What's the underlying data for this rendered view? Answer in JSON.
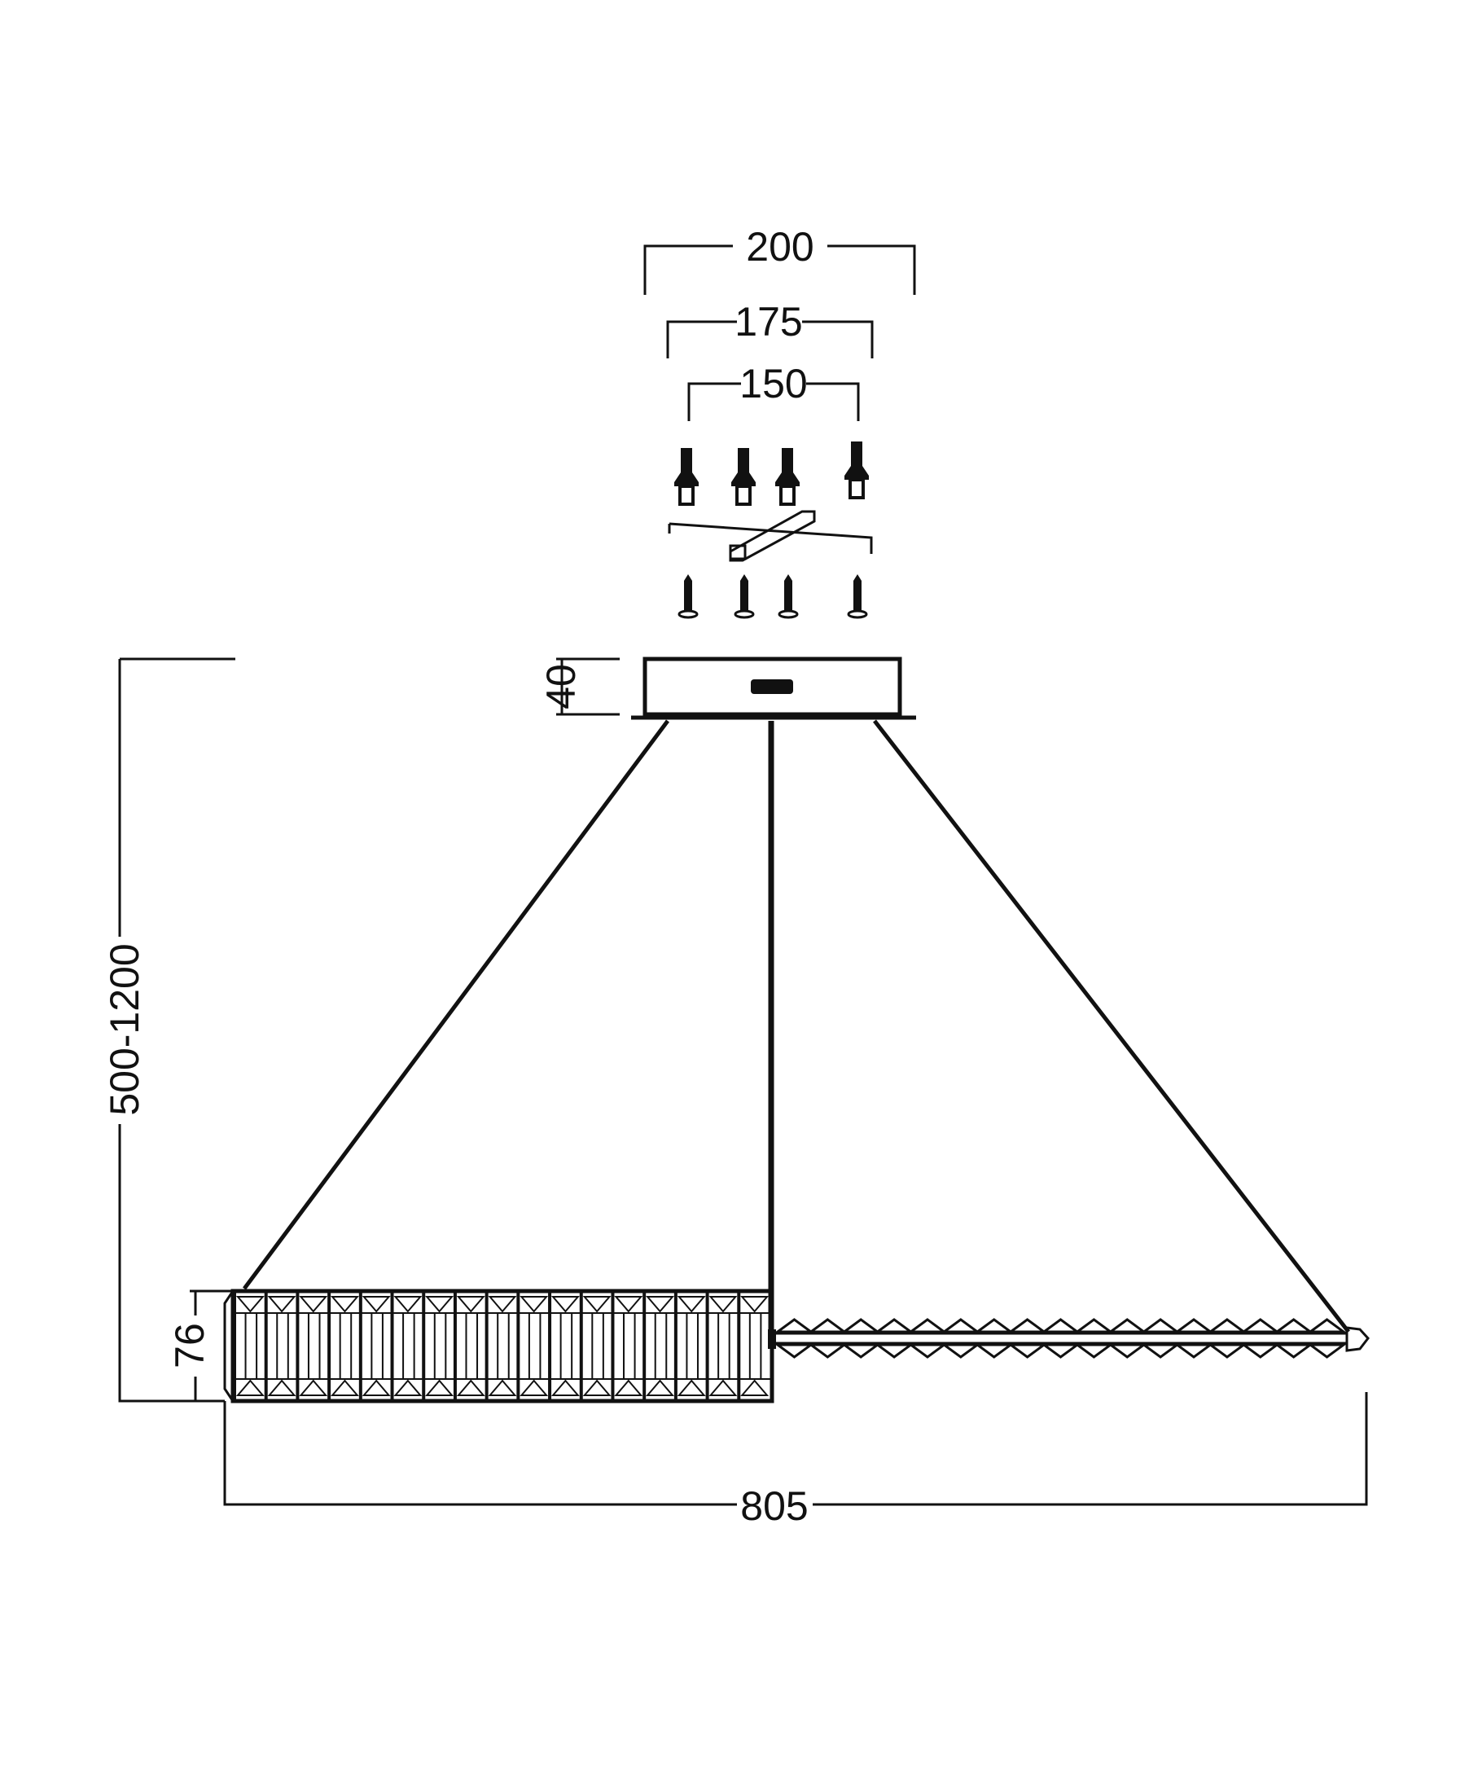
{
  "diagram": {
    "dimensions": {
      "mount_plate_outer": "200",
      "mount_plate_middle": "175",
      "mount_plate_inner": "150",
      "canopy_height": "40",
      "hanging_height": "500-1200",
      "body_height": "76",
      "total_width": "805"
    },
    "colors": {
      "line": "#111111",
      "background": "#ffffff"
    }
  }
}
